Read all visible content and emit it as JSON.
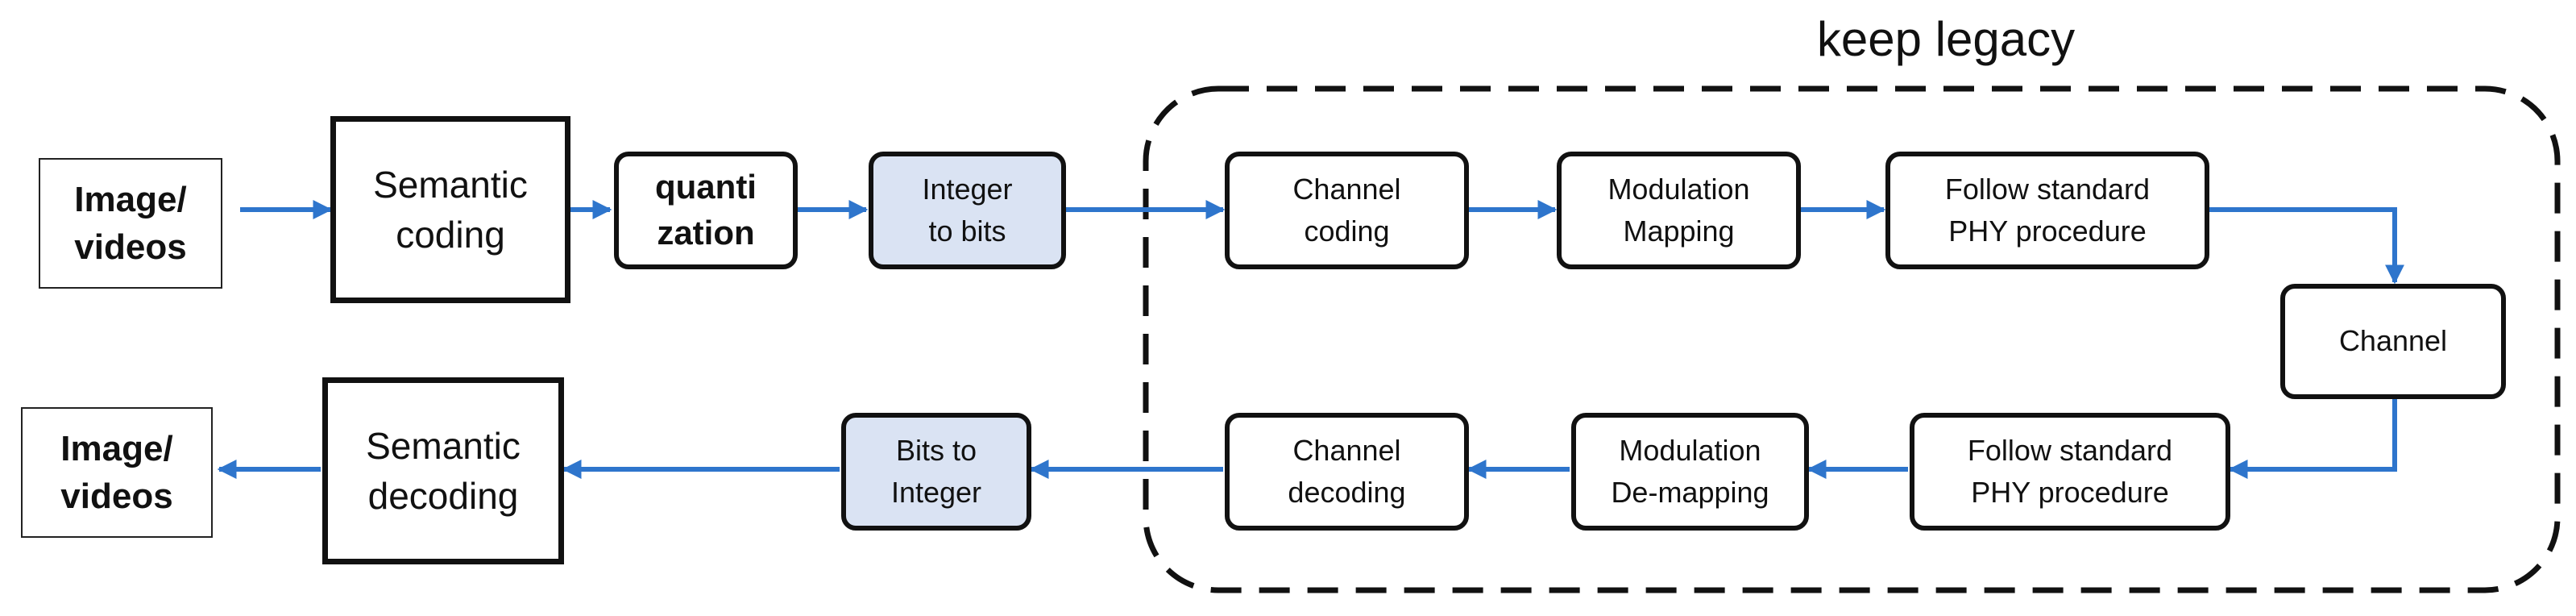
{
  "legacy_region": {
    "label": "keep legacy"
  },
  "tx_chain": {
    "input": "Image/\nvideos",
    "semantic_coding": "Semantic\ncoding",
    "quantization": "quanti\nzation",
    "integer_to_bits": "Integer\nto bits",
    "channel_coding": "Channel\ncoding",
    "modulation_mapping": "Modulation\nMapping",
    "phy_procedure": "Follow standard\nPHY procedure"
  },
  "channel": {
    "label": "Channel"
  },
  "rx_chain": {
    "phy_procedure": "Follow standard\nPHY procedure",
    "modulation_demapping": "Modulation\nDe-mapping",
    "channel_decoding": "Channel\ndecoding",
    "bits_to_integer": "Bits to\nInteger",
    "semantic_decoding": "Semantic\ndecoding",
    "output": "Image/\nvideos"
  },
  "colors": {
    "arrow": "#2e75cc",
    "box_border": "#111111",
    "shaded_fill": "#dae3f3",
    "dashed_border": "#111111"
  }
}
